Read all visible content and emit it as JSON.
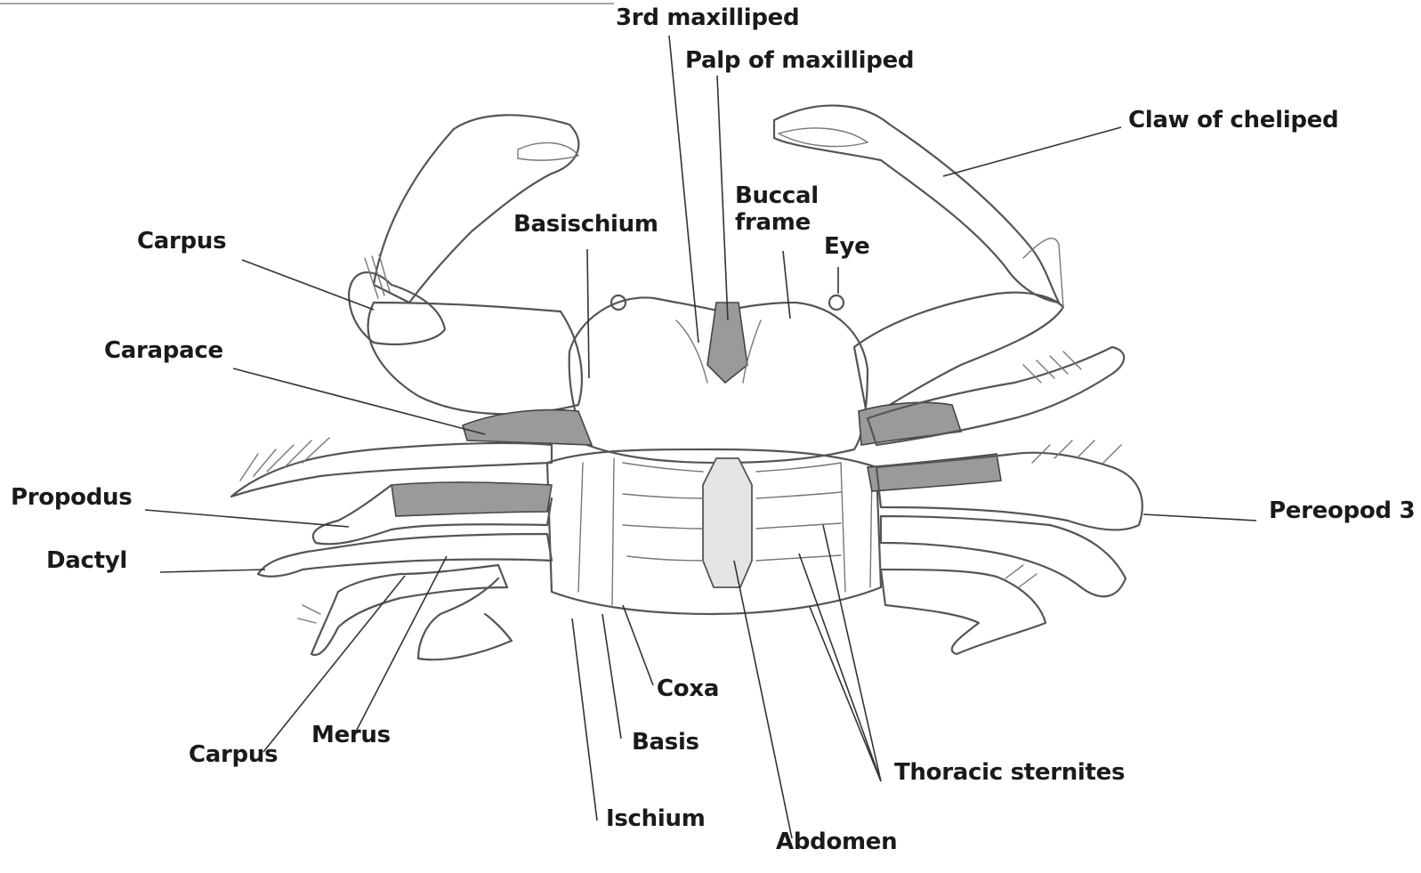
{
  "labels": {
    "third_maxilliped": "3rd maxilliped",
    "palp_of_maxilliped": "Palp of maxilliped",
    "claw_of_cheliped": "Claw of cheliped",
    "basischium": "Basischium",
    "buccal_frame": "Buccal frame",
    "eye": "Eye",
    "carpus_cheliped": "Carpus",
    "carapace": "Carapace",
    "propodus": "Propodus",
    "dactyl": "Dactyl",
    "pereopod_3": "Pereopod 3",
    "coxa": "Coxa",
    "basis": "Basis",
    "merus": "Merus",
    "carpus_leg": "Carpus",
    "ischium": "Ischium",
    "thoracic_sternites": "Thoracic sternites",
    "abdomen": "Abdomen"
  }
}
